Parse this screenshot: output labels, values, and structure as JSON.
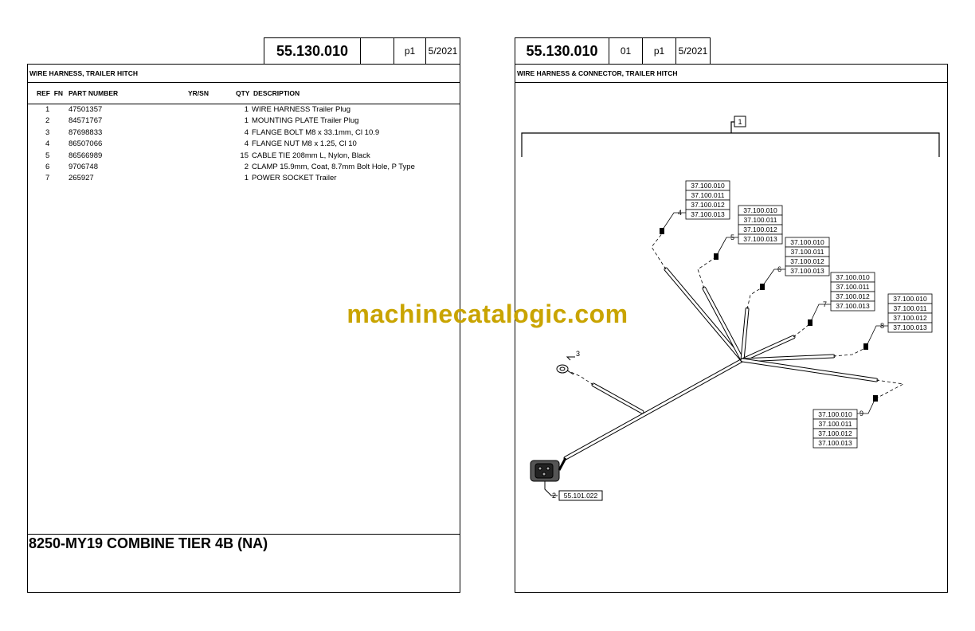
{
  "left_page": {
    "header": {
      "number": "55.130.010",
      "blank": "",
      "page": "p1",
      "date": "5/2021"
    },
    "title": "WIRE HARNESS, TRAILER HITCH",
    "columns": {
      "ref_fn": "REF  FN",
      "part_number": "PART NUMBER",
      "yr_sn": "YR/SN",
      "qty_desc": "QTY  DESCRIPTION"
    },
    "rows": [
      {
        "ref": "1",
        "part": "47501357",
        "qty": "1",
        "desc": "WIRE HARNESS  Trailer Plug"
      },
      {
        "ref": "2",
        "part": "84571767",
        "qty": "1",
        "desc": "MOUNTING PLATE  Trailer Plug"
      },
      {
        "ref": "3",
        "part": "87698833",
        "qty": "4",
        "desc": "FLANGE BOLT M8 x 33.1mm, Cl 10.9"
      },
      {
        "ref": "4",
        "part": "86507066",
        "qty": "4",
        "desc": "FLANGE NUT M8 x 1.25, Cl 10"
      },
      {
        "ref": "5",
        "part": "86566989",
        "qty": "15",
        "desc": "CABLE TIE 208mm L, Nylon, Black"
      },
      {
        "ref": "6",
        "part": "9706748",
        "qty": "2",
        "desc": "CLAMP 15.9mm, Coat, 8.7mm Bolt Hole, P Type"
      },
      {
        "ref": "7",
        "part": "265927",
        "qty": "1",
        "desc": "POWER SOCKET  Trailer"
      }
    ],
    "machine": "8250-MY19 COMBINE TIER 4B (NA)"
  },
  "right_page": {
    "header": {
      "number": "55.130.010",
      "rev": "01",
      "page": "p1",
      "date": "5/2021"
    },
    "title": "WIRE HARNESS & CONNECTOR, TRAILER HITCH",
    "diagram": {
      "top_callout": "1",
      "callouts": [
        {
          "num": "4",
          "refs": [
            "37.100.010",
            "37.100.011",
            "37.100.012",
            "37.100.013"
          ]
        },
        {
          "num": "5",
          "refs": [
            "37.100.010",
            "37.100.011",
            "37.100.012",
            "37.100.013"
          ]
        },
        {
          "num": "6",
          "refs": [
            "37.100.010",
            "37.100.011",
            "37.100.012",
            "37.100.013"
          ]
        },
        {
          "num": "7",
          "refs": [
            "37.100.010",
            "37.100.011",
            "37.100.012",
            "37.100.013"
          ]
        },
        {
          "num": "8",
          "refs": [
            "37.100.010",
            "37.100.011",
            "37.100.012",
            "37.100.013"
          ]
        },
        {
          "num": "9",
          "refs": [
            "37.100.010",
            "37.100.011",
            "37.100.012",
            "37.100.013"
          ]
        }
      ],
      "label_3": "3",
      "label_2": "2",
      "ref_2": "55.101.022"
    }
  },
  "watermark": "machinecatalogic.com"
}
